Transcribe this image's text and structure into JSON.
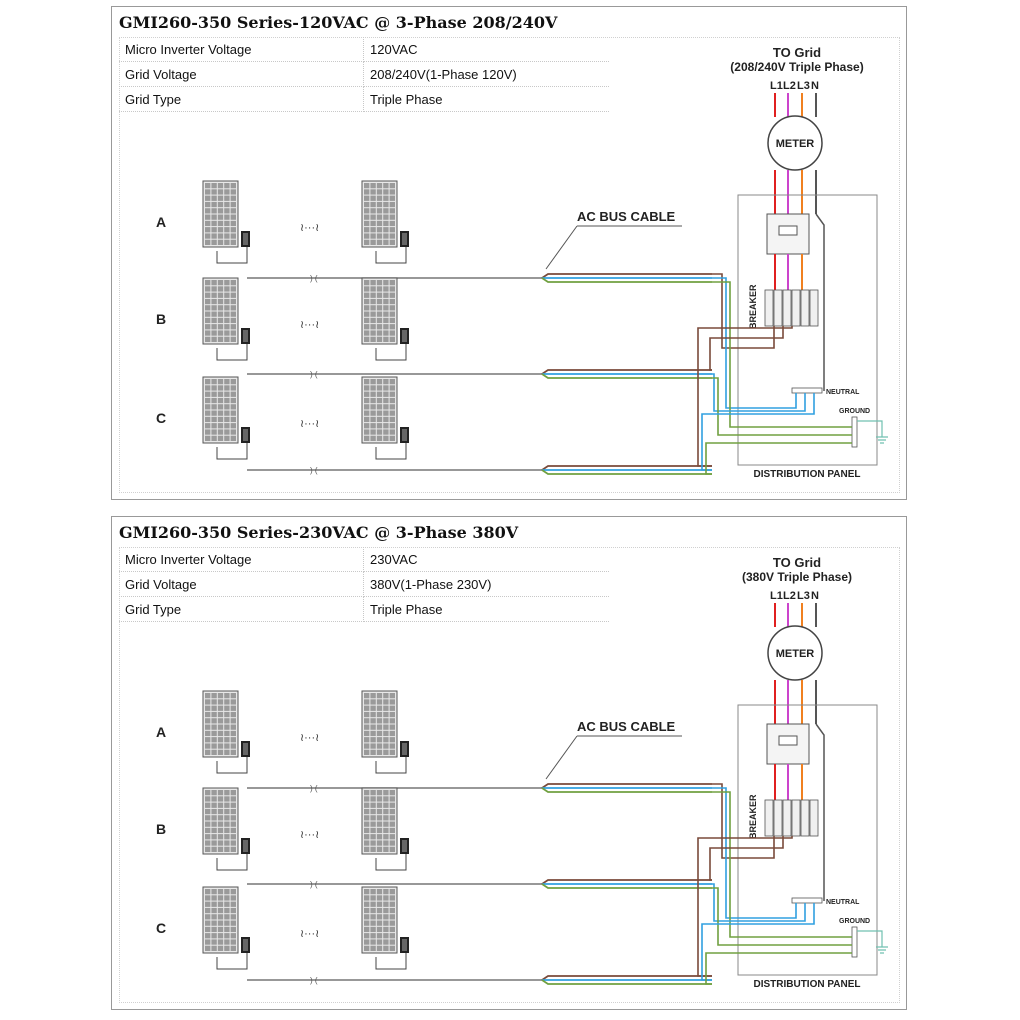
{
  "panels": [
    {
      "title": "GMI260-350 Series-120VAC @ 3-Phase 208/240V",
      "specs": [
        {
          "label": "Micro Inverter Voltage",
          "value": "120VAC"
        },
        {
          "label": "Grid  Voltage",
          "value": "208/240V(1-Phase 120V)"
        },
        {
          "label": "Grid Type",
          "value": "Triple Phase"
        }
      ],
      "grid_title": "TO Grid",
      "grid_subtitle": "(208/240V Triple Phase)"
    },
    {
      "title": "GMI260-350 Series-230VAC @ 3-Phase 380V",
      "specs": [
        {
          "label": "Micro Inverter Voltage",
          "value": "230VAC"
        },
        {
          "label": "Grid  Voltage",
          "value": "380V(1-Phase 230V)"
        },
        {
          "label": "Grid Type",
          "value": "Triple Phase"
        }
      ],
      "grid_title": "TO Grid",
      "grid_subtitle": "(380V Triple Phase)"
    }
  ],
  "labels": {
    "line_l1": "L1",
    "line_l2": "L2",
    "line_l3": "L3",
    "line_n": "N",
    "meter": "METER",
    "ac_bus_cable": "AC BUS CABLE",
    "breaker": "BREAKER",
    "neutral": "NEUTRAL",
    "ground": "GROUND",
    "distribution_panel": "DISTRIBUTION PANEL",
    "row_a": "A",
    "row_b": "B",
    "row_c": "C",
    "ellipsis": "≀···≀"
  },
  "colors": {
    "l1": "#e02020",
    "l2": "#cc44cc",
    "l3": "#f08020",
    "neutral": "#555555",
    "bus_brown": "#7a4a3a",
    "bus_blue": "#30a0e0",
    "bus_green": "#70a040",
    "ground": "#70c0b0"
  }
}
